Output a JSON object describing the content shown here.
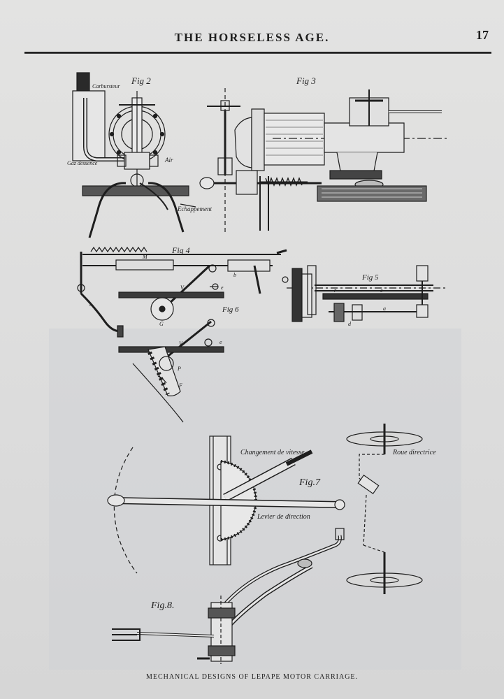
{
  "header": {
    "running_title": "THE HORSELESS AGE.",
    "page_number": "17"
  },
  "figures": {
    "fig2": {
      "label": "Fig 2",
      "parts": [
        "Carbursteur",
        "Gaz dessence",
        "Air",
        "Echappement"
      ]
    },
    "fig3": {
      "label": "Fig 3"
    },
    "fig4": {
      "label": "Fig 4",
      "letters": [
        "M",
        "t",
        "V",
        "b",
        "e"
      ]
    },
    "fig5": {
      "label": "Fig 5",
      "letters": [
        "r",
        "e",
        "a",
        "d"
      ]
    },
    "fig6": {
      "label": "Fig 6",
      "letters": [
        "G",
        "V",
        "e",
        "P",
        "F"
      ]
    },
    "fig7": {
      "label": "Fig.7",
      "parts": [
        "Changement de vitesse",
        "Roue directrice",
        "Levier de direction"
      ]
    },
    "fig8": {
      "label": "Fig.8."
    }
  },
  "caption": "MECHANICAL DESIGNS OF LEPAPE MOTOR CARRIAGE."
}
